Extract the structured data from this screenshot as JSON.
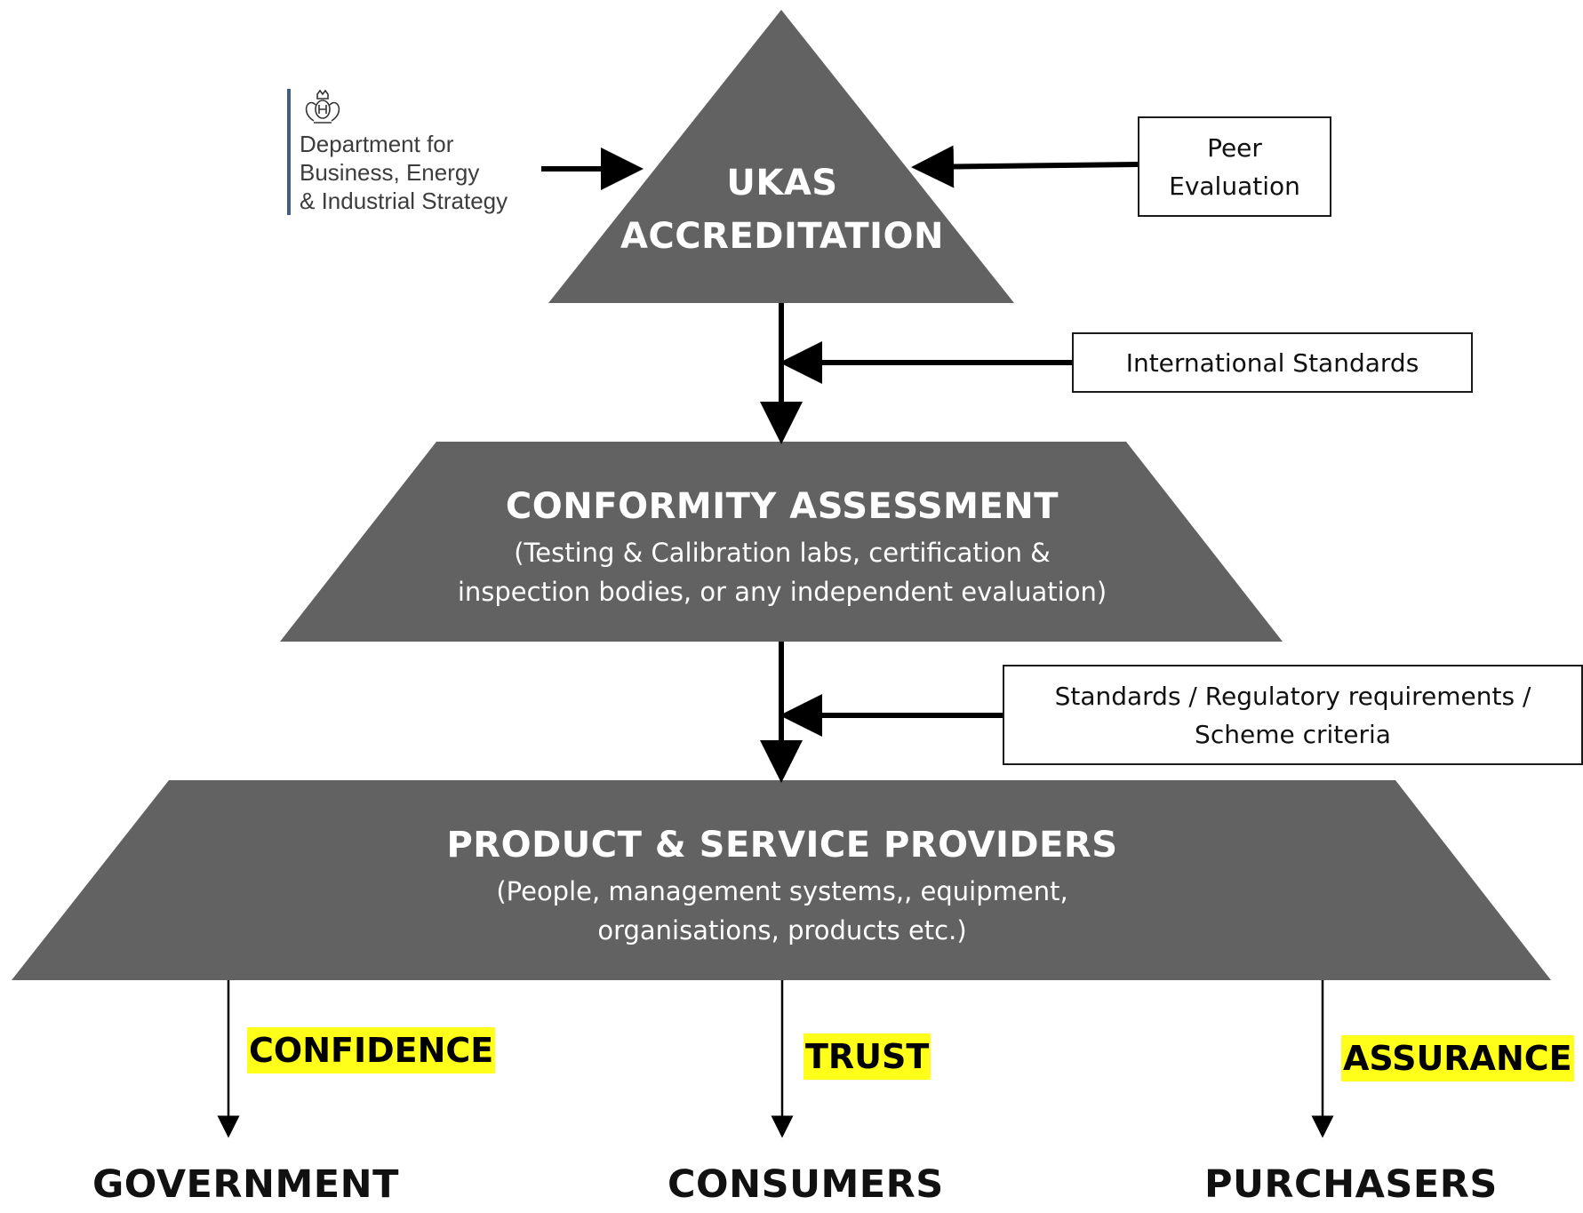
{
  "department": {
    "lines": [
      "Department for",
      "Business, Energy",
      "& Industrial Strategy"
    ]
  },
  "tiers": {
    "accreditation": {
      "line1": "UKAS",
      "line2": "ACCREDITATION"
    },
    "conformity": {
      "title": "CONFORMITY ASSESSMENT",
      "sub1": "(Testing & Calibration labs, certification &",
      "sub2": "inspection bodies, or any independent  evaluation)"
    },
    "providers": {
      "title": "PRODUCT & SERVICE PROVIDERS",
      "sub1": "(People, management  systems,, equipment,",
      "sub2": "organisations, products etc.)"
    }
  },
  "inputs": {
    "peer_evaluation": {
      "line1": "Peer",
      "line2": "Evaluation"
    },
    "international_standards": "International  Standards",
    "requirements": {
      "line1": "Standards / Regulatory requirements  /",
      "line2": "Scheme  criteria"
    }
  },
  "outcomes": [
    {
      "benefit": "CONFIDENCE",
      "audience": "GOVERNMENT"
    },
    {
      "benefit": "TRUST",
      "audience": "CONSUMERS"
    },
    {
      "benefit": "ASSURANCE",
      "audience": "PURCHASERS"
    }
  ],
  "colors": {
    "shape_fill": "#626262",
    "highlight": "#ffff1a",
    "department_bar": "#3f5f86"
  }
}
